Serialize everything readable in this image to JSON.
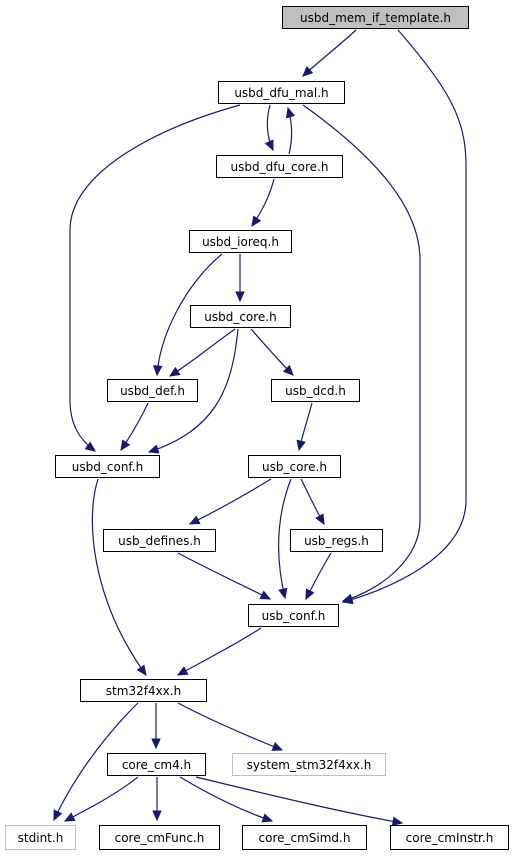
{
  "diagram": {
    "colors": {
      "edge": "#191970",
      "root_fill": "#bfbfbf",
      "node_fill": "#ffffff",
      "node_border": "#000000",
      "ghost_border": "#bfbfbf"
    },
    "nodes": {
      "root": "usbd_mem_if_template.h",
      "dfu_mal": "usbd_dfu_mal.h",
      "dfu_core": "usbd_dfu_core.h",
      "ioreq": "usbd_ioreq.h",
      "usbd_core": "usbd_core.h",
      "usbd_def": "usbd_def.h",
      "usb_dcd": "usb_dcd.h",
      "usbd_conf": "usbd_conf.h",
      "usb_core": "usb_core.h",
      "usb_defines": "usb_defines.h",
      "usb_regs": "usb_regs.h",
      "usb_conf": "usb_conf.h",
      "stm32": "stm32f4xx.h",
      "core_cm4": "core_cm4.h",
      "system_stm32": "system_stm32f4xx.h",
      "stdint": "stdint.h",
      "cmfunc": "core_cmFunc.h",
      "cmsimd": "core_cmSimd.h",
      "cminstr": "core_cmInstr.h"
    }
  }
}
